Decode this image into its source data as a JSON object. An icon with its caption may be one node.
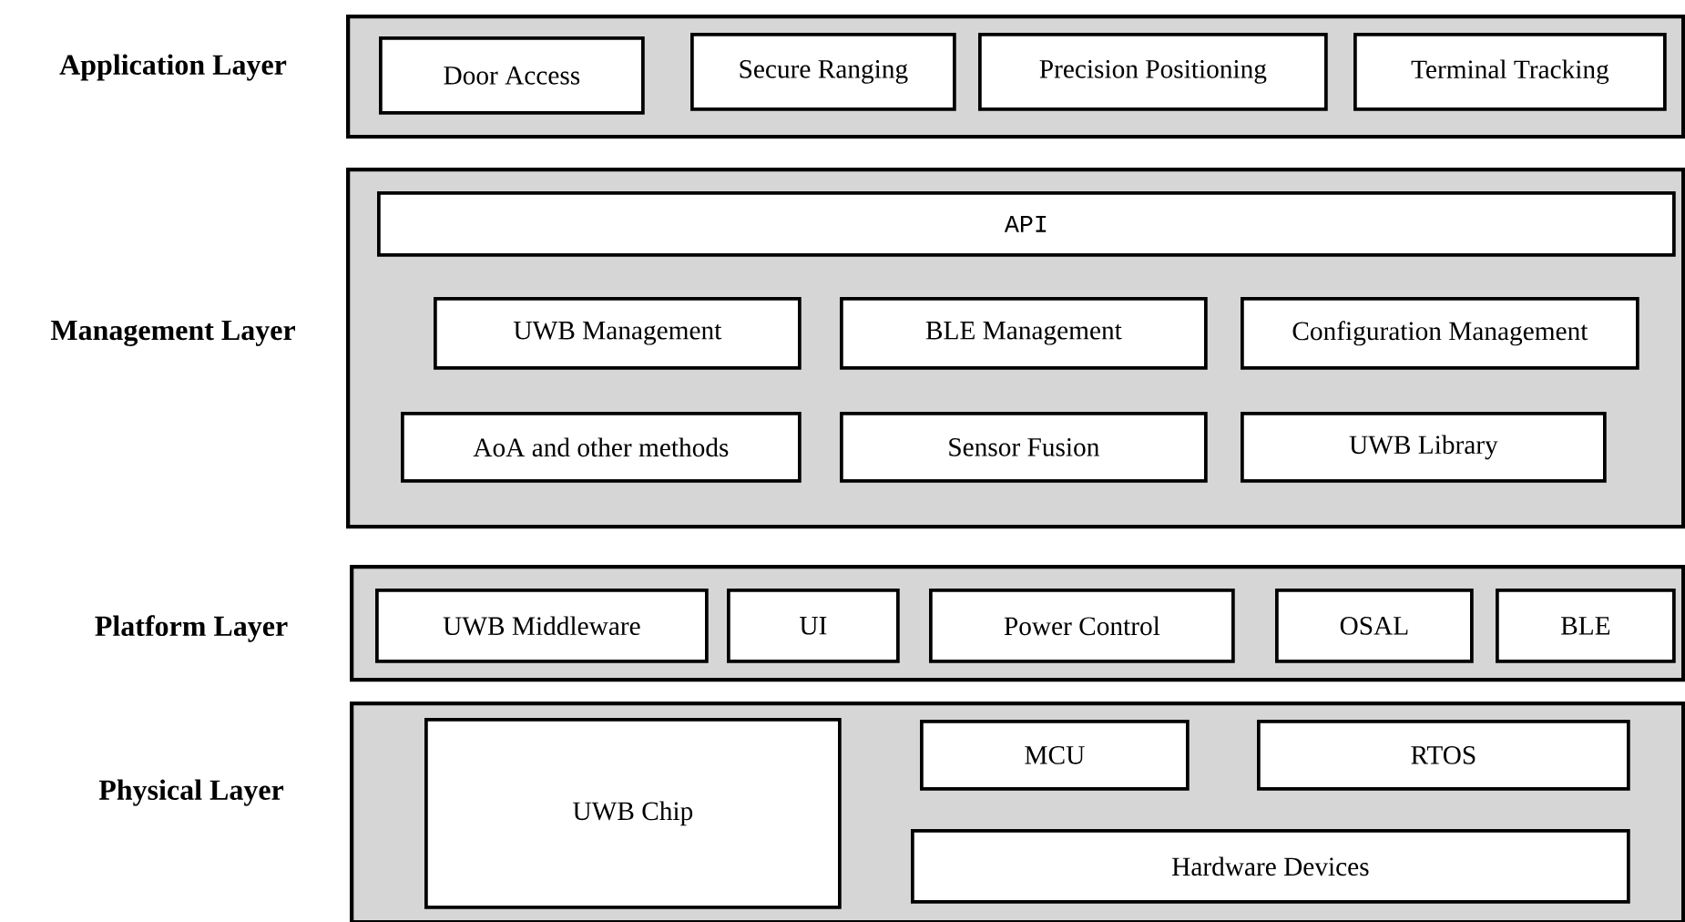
{
  "diagram": {
    "nodes": [
      {
        "text": [
          "Application Layer"
        ]
      },
      {
        "text": [
          "Door Access"
        ],
        "in": 0
      },
      {
        "text": [
          "Secure Ranging"
        ],
        "in": 0
      },
      {
        "text": [
          "Precision Positioning"
        ],
        "in": 0
      },
      {
        "text": [
          "Terminal Tracking"
        ],
        "in": 0
      },
      {
        "text": [
          "Management Layer"
        ]
      },
      {
        "text": [
          "API"
        ],
        "in": 5
      },
      {
        "text": [
          "UWB Management"
        ],
        "in": 5
      },
      {
        "text": [
          "BLE Management"
        ],
        "in": 5
      },
      {
        "text": [
          "Configuration Management"
        ],
        "in": 5
      },
      {
        "text": [
          "AoA and other methods"
        ],
        "in": 5
      },
      {
        "text": [
          "Sensor Fusion"
        ],
        "in": 5
      },
      {
        "text": [
          "UWB Library"
        ],
        "in": 5
      },
      {
        "text": [
          "Platform Layer"
        ]
      },
      {
        "text": [
          "UWB Middleware"
        ],
        "in": 13
      },
      {
        "text": [
          "UI"
        ],
        "in": 13
      },
      {
        "text": [
          "Power Control"
        ],
        "in": 13
      },
      {
        "text": [
          "OSAL"
        ],
        "in": 13
      },
      {
        "text": [
          "BLE"
        ],
        "in": 13
      },
      {
        "text": [
          "Physical Layer"
        ]
      },
      {
        "text": [
          "UWB Chip"
        ],
        "in": 19
      },
      {
        "text": [
          "MCU"
        ],
        "in": 19
      },
      {
        "text": [
          "RTOS"
        ],
        "in": 19
      },
      {
        "text": [
          "Hardware Devices"
        ],
        "in": 19
      }
    ]
  }
}
